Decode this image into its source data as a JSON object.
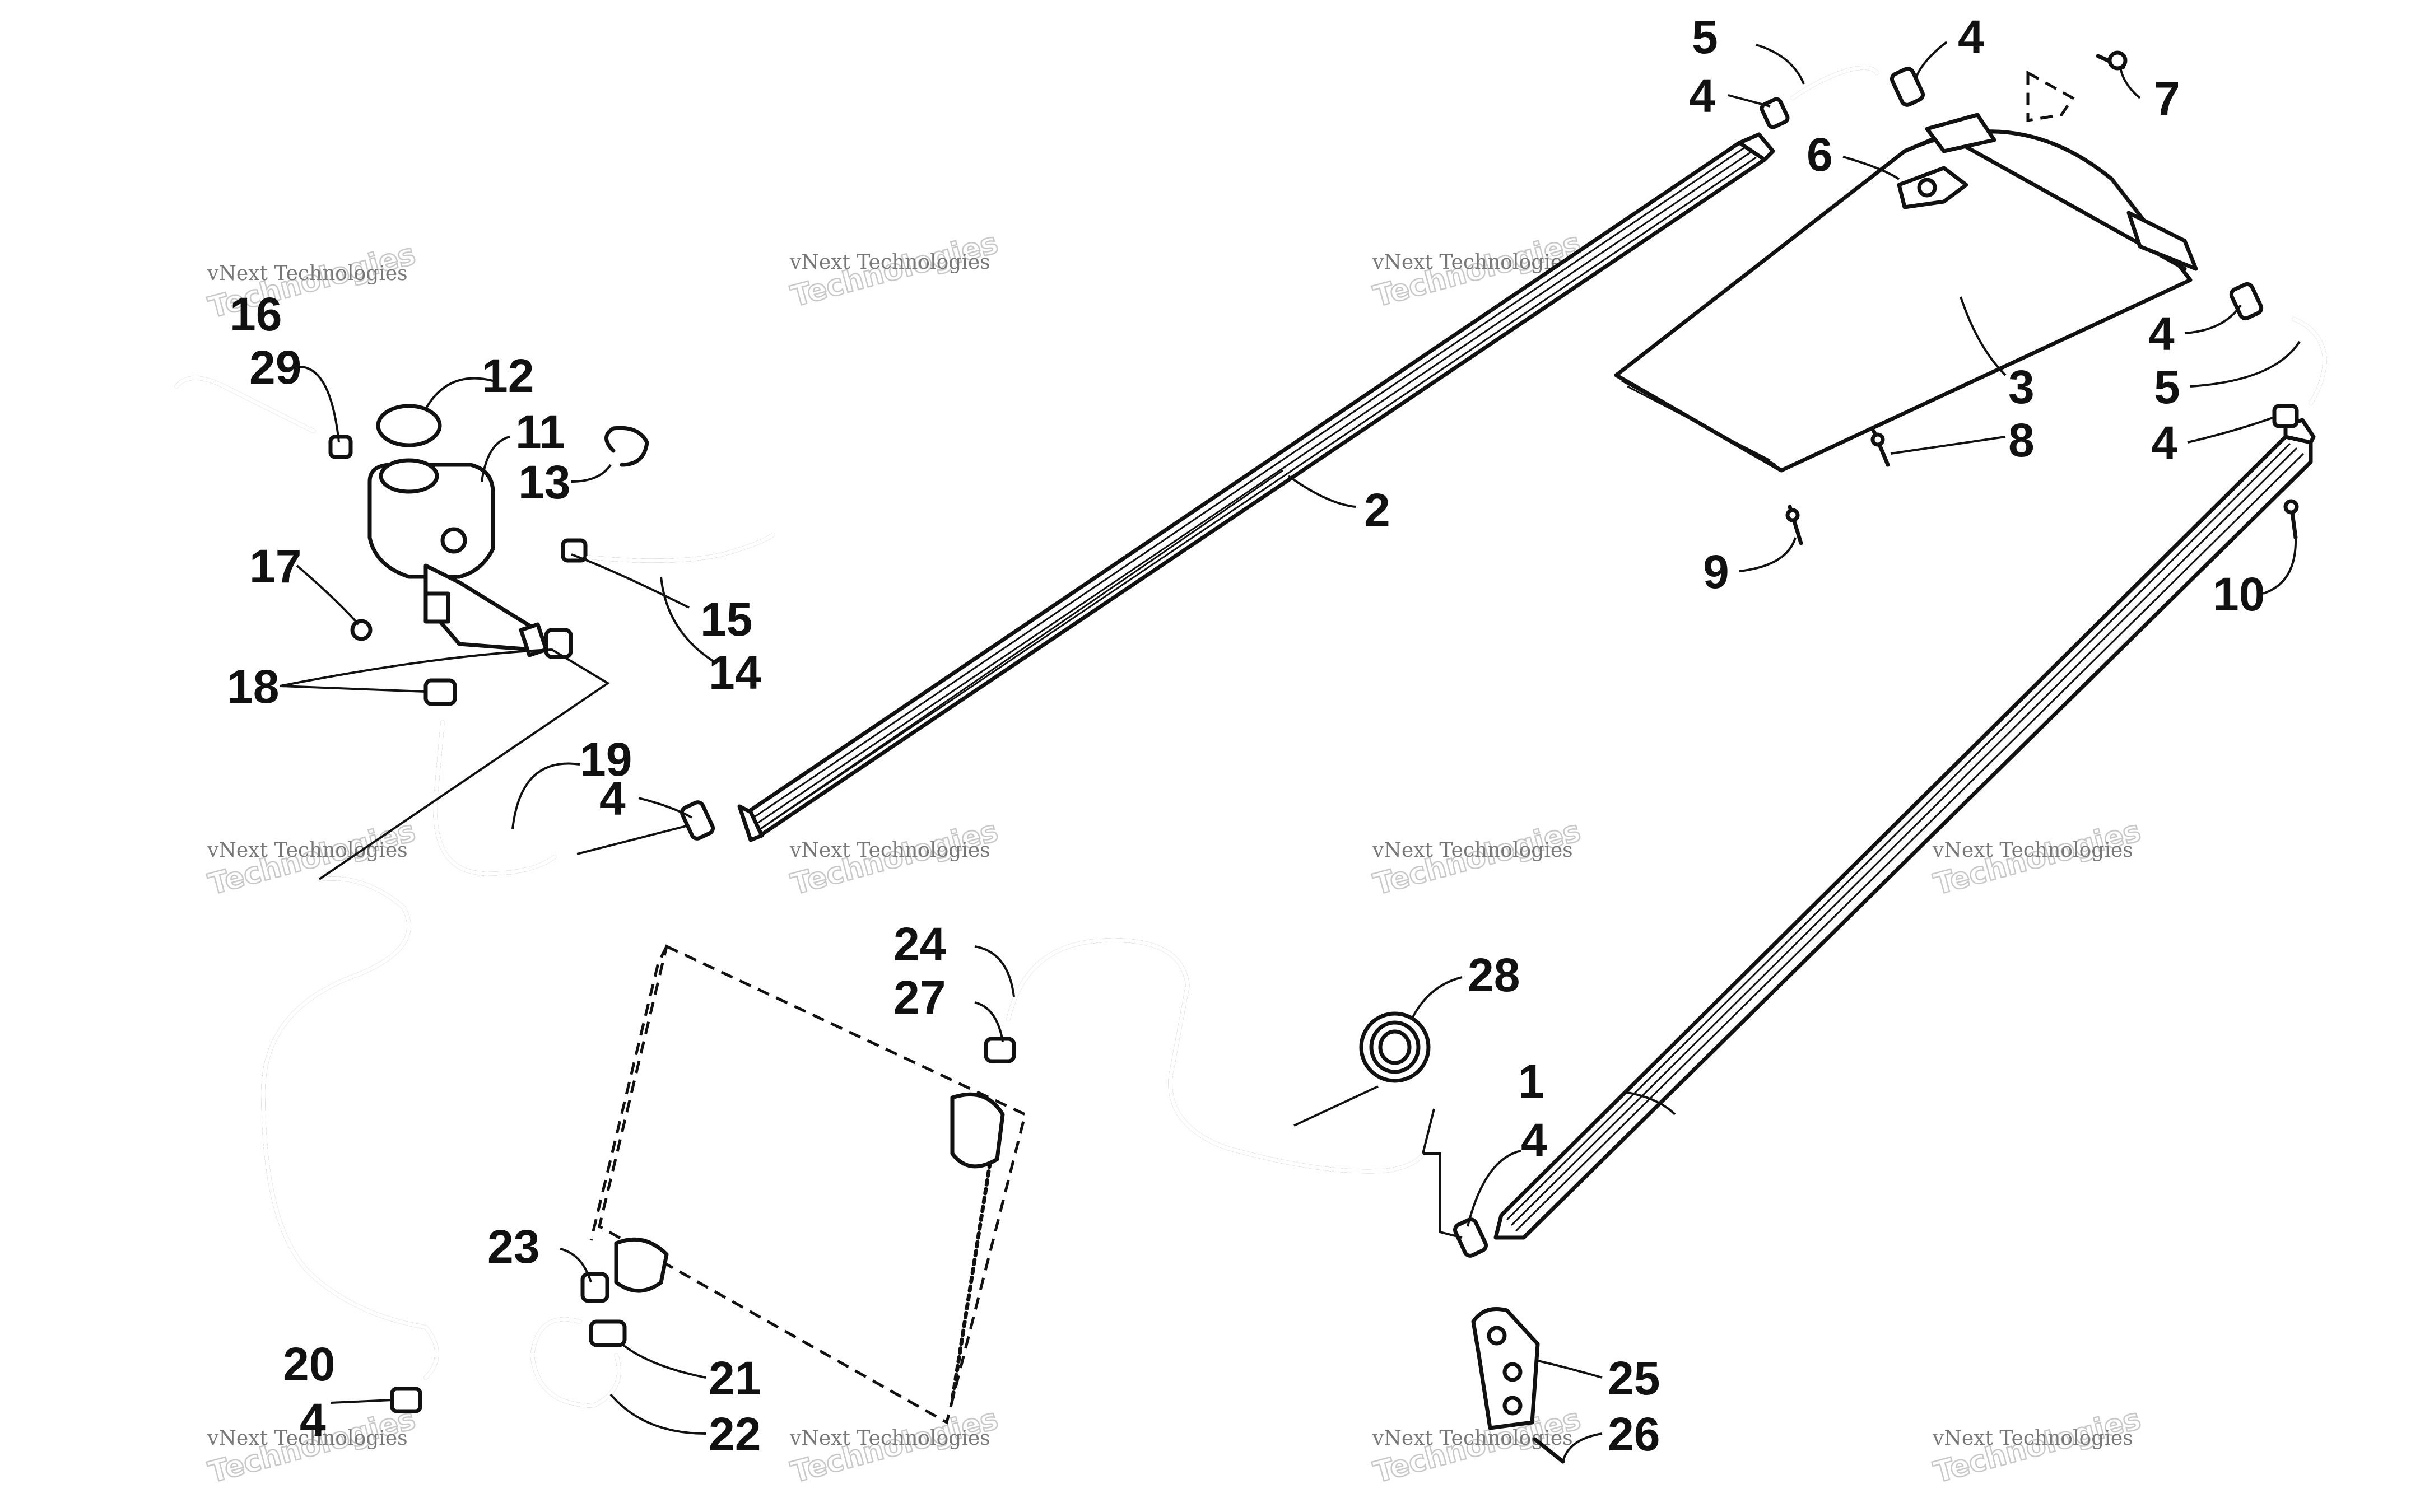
{
  "watermark": {
    "line1": "vNext Technologies",
    "line2": "Technologies"
  },
  "callouts": {
    "c1": "1",
    "c2": "2",
    "c3": "3",
    "c4a": "4",
    "c4b": "4",
    "c4c": "4",
    "c4d": "4",
    "c4e": "4",
    "c4f": "4",
    "c4g": "4",
    "c5a": "5",
    "c5b": "5",
    "c6": "6",
    "c7": "7",
    "c8": "8",
    "c9": "9",
    "c10": "10",
    "c11": "11",
    "c12": "12",
    "c13": "13",
    "c14": "14",
    "c15": "15",
    "c16": "16",
    "c17": "17",
    "c18": "18",
    "c19": "19",
    "c20": "20",
    "c21": "21",
    "c22": "22",
    "c23": "23",
    "c24": "24",
    "c25": "25",
    "c26": "26",
    "c27": "27",
    "c28": "28",
    "c29": "29"
  }
}
